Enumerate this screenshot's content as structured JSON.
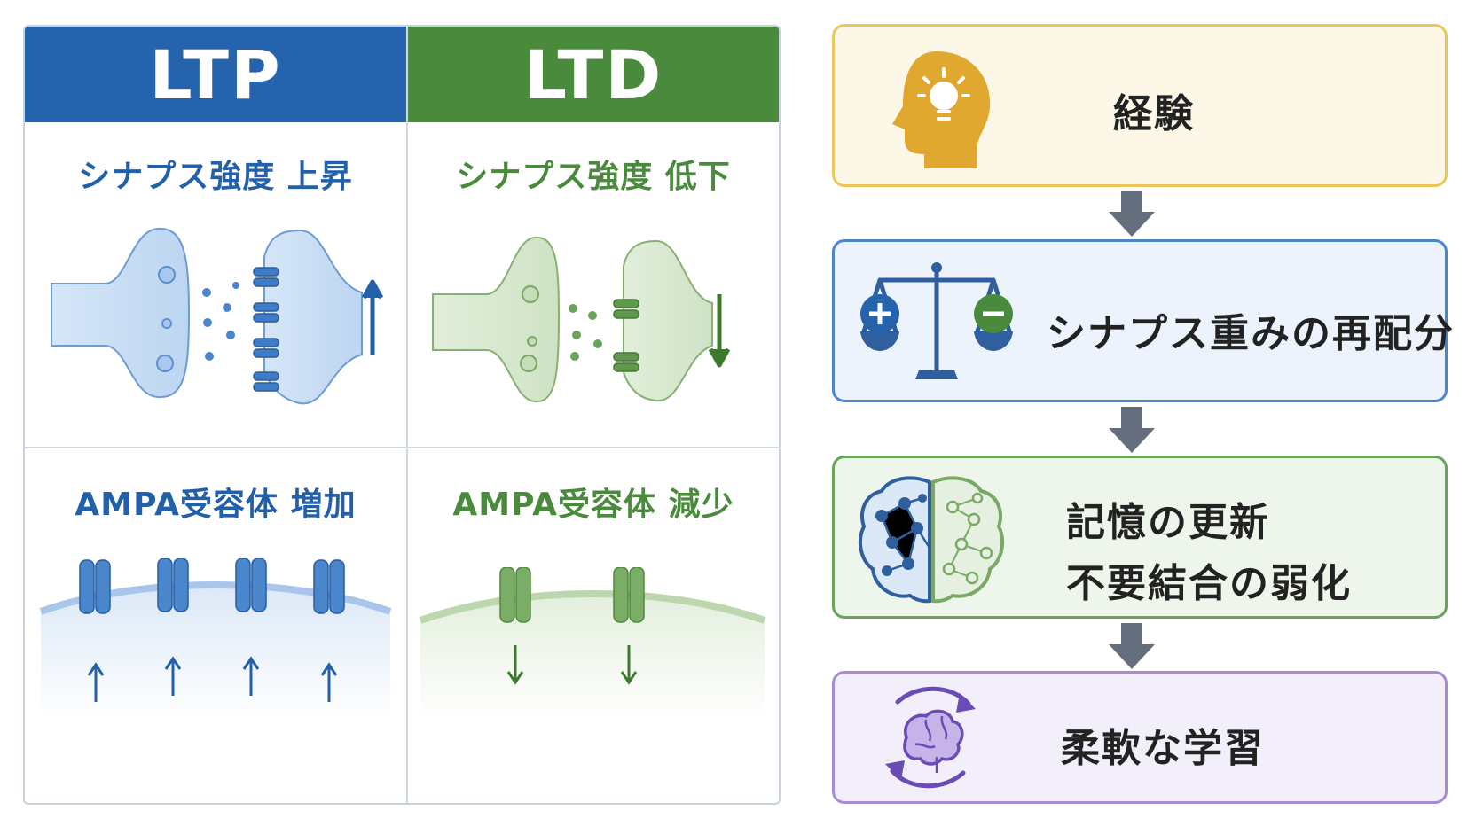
{
  "left_panel": {
    "ltp_header": "LTP",
    "ltd_header": "LTD",
    "ltp_synapse_label": "シナプス強度 上昇",
    "ltd_synapse_label": "シナプス強度 低下",
    "ltp_ampa_label": "AMPA受容体 増加",
    "ltd_ampa_label": "AMPA受容体 減少"
  },
  "flow": {
    "step1": "経験",
    "step2": "シナプス重みの再配分",
    "step3_line1": "記憶の更新",
    "step3_line2": "不要結合の弱化",
    "step4": "柔軟な学習"
  },
  "colors": {
    "ltp_blue": "#2563ad",
    "ltd_green": "#4a8a3c",
    "experience_gold": "#e0a82e",
    "synapse_blue": "#4a86cc",
    "memory_green": "#6aa35a",
    "learning_purple": "#a98bd4"
  },
  "icons": {
    "step1": "head-lightbulb-icon",
    "step2": "balance-scale-icon",
    "step3": "brain-network-icon",
    "step4": "brain-cycle-icon"
  }
}
